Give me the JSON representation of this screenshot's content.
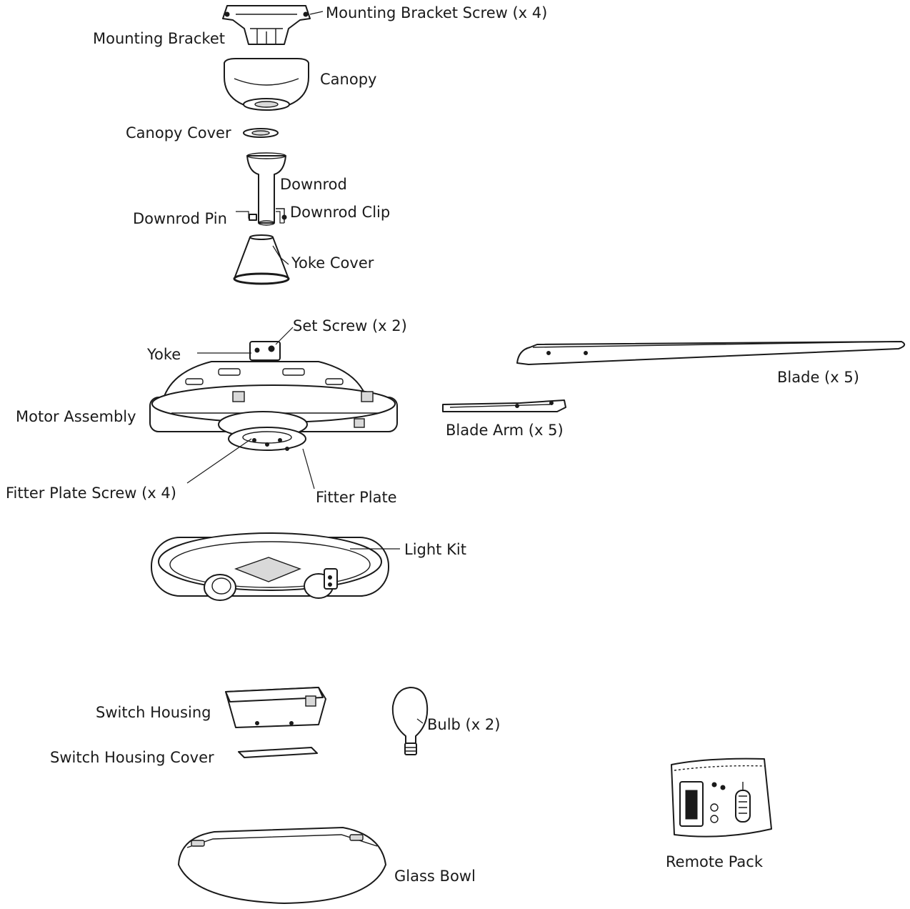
{
  "labels": {
    "mounting_bracket_screw": "Mounting Bracket Screw (x 4)",
    "mounting_bracket": "Mounting Bracket",
    "canopy": "Canopy",
    "canopy_cover": "Canopy Cover",
    "downrod": "Downrod",
    "downrod_pin": "Downrod Pin",
    "downrod_clip": "Downrod Clip",
    "yoke_cover": "Yoke Cover",
    "set_screw": "Set Screw (x 2)",
    "yoke": "Yoke",
    "motor_assembly": "Motor Assembly",
    "fitter_plate_screw": "Fitter Plate Screw (x 4)",
    "fitter_plate": "Fitter Plate",
    "blade": "Blade (x 5)",
    "blade_arm": "Blade Arm (x 5)",
    "light_kit": "Light Kit",
    "switch_housing": "Switch Housing",
    "bulb": "Bulb (x 2)",
    "switch_housing_cover": "Switch Housing Cover",
    "glass_bowl": "Glass Bowl",
    "remote_pack": "Remote Pack"
  },
  "colors": {
    "line": "#1a1a1a",
    "background": "#ffffff"
  }
}
